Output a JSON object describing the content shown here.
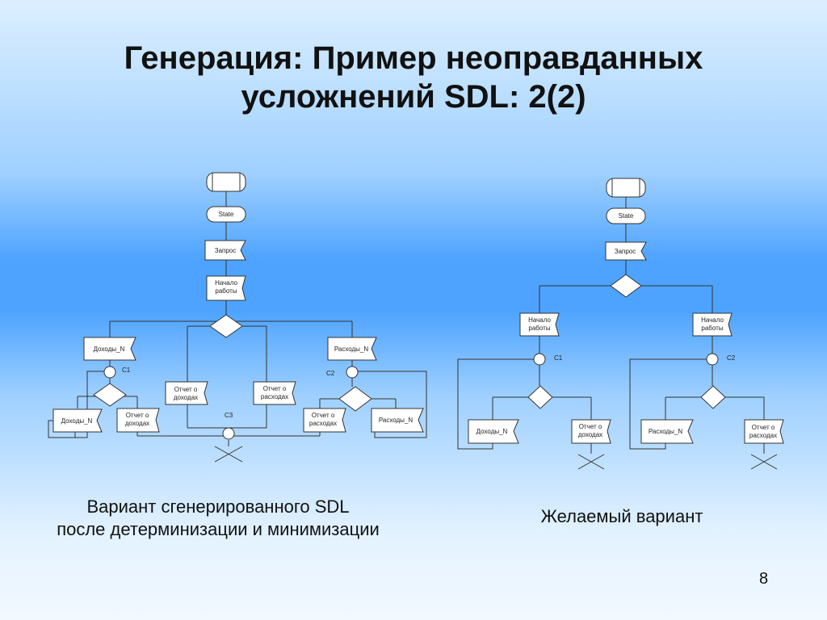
{
  "title": {
    "line1": "Генерация: Пример неоправданных",
    "line2": "усложнений SDL: 2(2)"
  },
  "captions": {
    "left_line1": "Вариант сгенерированного SDL",
    "left_line2": "после детерминизации и минимизации",
    "right": "Желаемый вариант"
  },
  "page_number": "8",
  "labels": {
    "state": "State",
    "request": "Запрос",
    "start_work_1": "Начало",
    "start_work_2": "работы",
    "income_n": "Доходы_N",
    "expense_n": "Расходы_N",
    "report_1": "Отчет о",
    "report_income_2": "доходах",
    "report_expense_2": "расходах",
    "c1": "C1",
    "c2": "C2",
    "c3": "C3"
  }
}
